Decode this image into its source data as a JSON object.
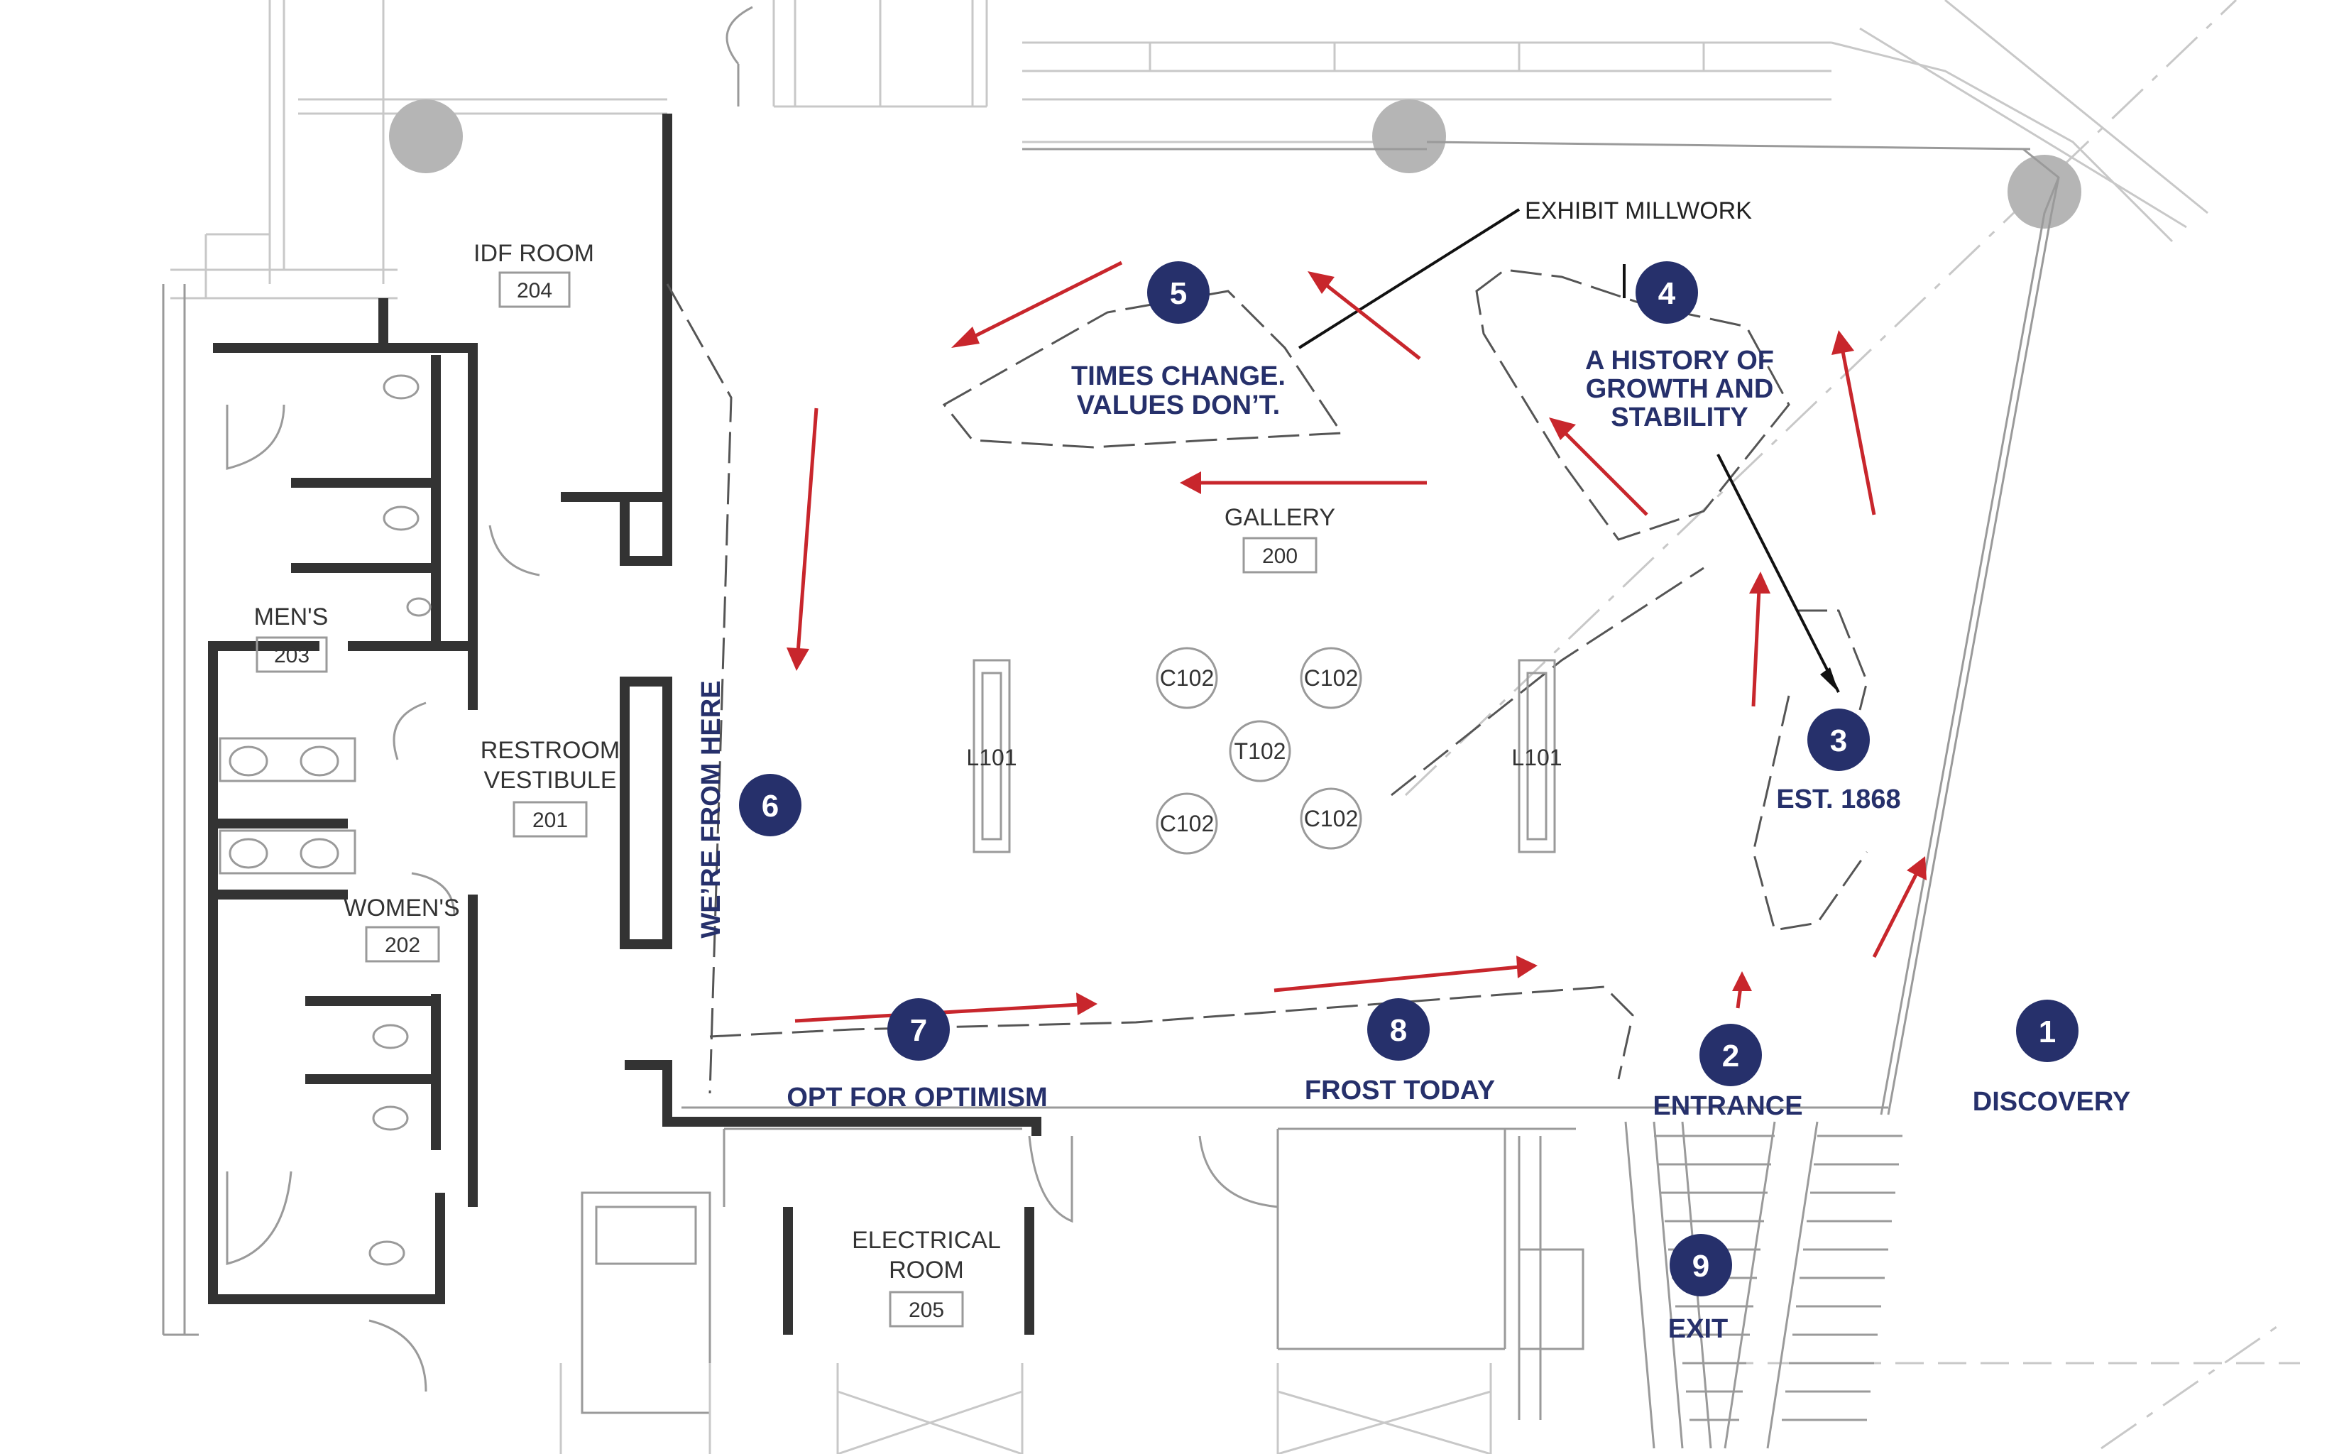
{
  "colors": {
    "stop_badge": "#26306b",
    "stop_label": "#26306b",
    "path_arrow": "#c8262c",
    "wall": "#333333",
    "column": "#b5b5b5"
  },
  "rooms": {
    "idf": {
      "name": "IDF ROOM",
      "number": "204"
    },
    "mens": {
      "name": "MEN'S",
      "number": "203"
    },
    "vestibule": {
      "name_line1": "RESTROOM",
      "name_line2": "VESTIBULE",
      "number": "201"
    },
    "womens": {
      "name": "WOMEN'S",
      "number": "202"
    },
    "gallery": {
      "name": "GALLERY",
      "number": "200"
    },
    "electrical": {
      "name_line1": "ELECTRICAL",
      "name_line2": "ROOM",
      "number": "205"
    }
  },
  "annotations": {
    "exhibit_millwork": "EXHIBIT MILLWORK"
  },
  "fixtures": {
    "l101": "L101",
    "c102": "C102",
    "t102": "T102"
  },
  "stops": [
    {
      "number": "1",
      "label_lines": [
        "DISCOVERY"
      ]
    },
    {
      "number": "2",
      "label_lines": [
        "ENTRANCE"
      ]
    },
    {
      "number": "3",
      "label_lines": [
        "EST. 1868"
      ]
    },
    {
      "number": "4",
      "label_lines": [
        "A HISTORY OF",
        "GROWTH AND",
        "STABILITY"
      ]
    },
    {
      "number": "5",
      "label_lines": [
        "TIMES CHANGE.",
        "VALUES DON’T."
      ]
    },
    {
      "number": "6",
      "label_lines": [
        "WE’RE FROM HERE"
      ]
    },
    {
      "number": "7",
      "label_lines": [
        "OPT FOR OPTIMISM"
      ]
    },
    {
      "number": "8",
      "label_lines": [
        "FROST TODAY"
      ]
    },
    {
      "number": "9",
      "label_lines": [
        "EXIT"
      ]
    }
  ]
}
